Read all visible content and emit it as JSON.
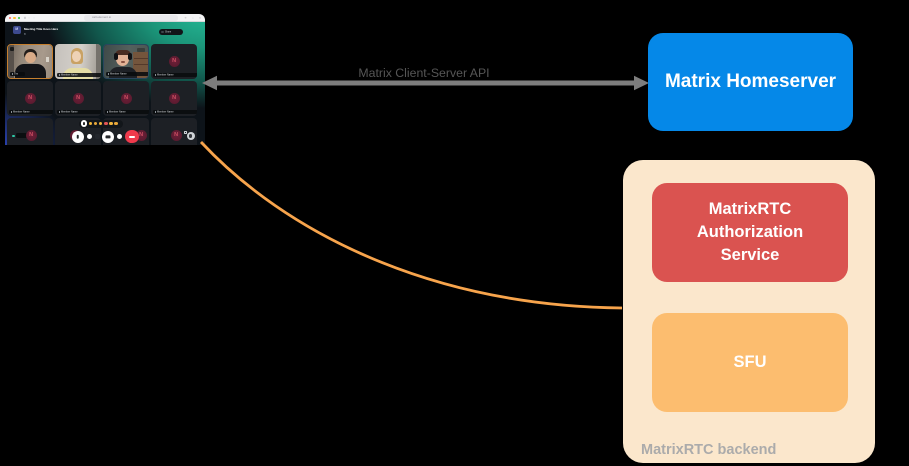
{
  "browser": {
    "address_text": "call.element.io",
    "traffic_lights": [
      "#ff5f57",
      "#febc2e",
      "#28c840"
    ]
  },
  "call_app": {
    "avatar_letter": "M",
    "title": "Meeting Title Goes Here",
    "participants_count": "8",
    "share_button": "Share",
    "member_label": "Member Name",
    "first_member_label": "Tim",
    "avatar_initial": "N",
    "speaking_label": "Member"
  },
  "arrow": {
    "label": "Matrix Client-Server API",
    "color": "#7d7d7d",
    "label_color": "#565656"
  },
  "homeserver": {
    "label": "Matrix Homeserver",
    "bg": "#0588e8"
  },
  "backend": {
    "label": "MatrixRTC backend",
    "bg": "#fbe7cc",
    "auth_label": "MatrixRTC Authorization Service",
    "auth_bg": "#da5350",
    "sfu_label": "SFU",
    "sfu_bg": "#fcbd6f"
  },
  "curve": {
    "color": "#f7a44c"
  }
}
